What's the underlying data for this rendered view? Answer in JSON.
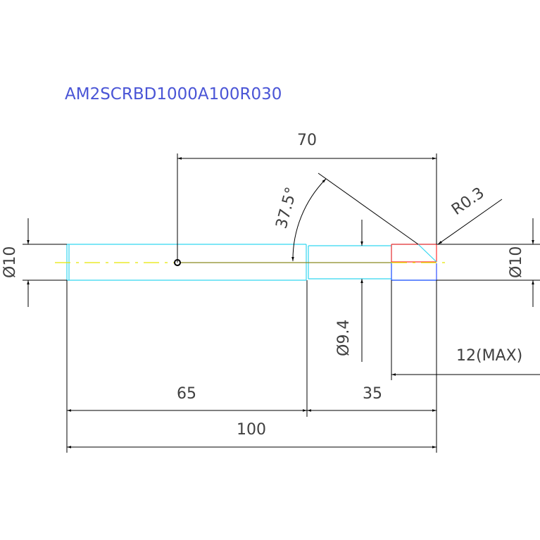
{
  "drawing": {
    "part_number": "AM2SCRBD1000A100R030",
    "dims": {
      "overall_to_point": "70",
      "angle": "37.5°",
      "corner_radius": "R0.3",
      "dia_left": "Ø10",
      "dia_right": "Ø10",
      "dia_neck": "Ø9.4",
      "tip_length": "12(MAX)",
      "shank_length": "65",
      "neck_length": "35",
      "overall_length": "100"
    },
    "colors": {
      "outline": "#33d6f0",
      "dimension": "#000000",
      "centerline": "#e6e600",
      "tip_red": "#ff3030",
      "tip_blue": "#3050ff",
      "text_part": "#4a55d6",
      "text_dim": "#404040"
    }
  }
}
